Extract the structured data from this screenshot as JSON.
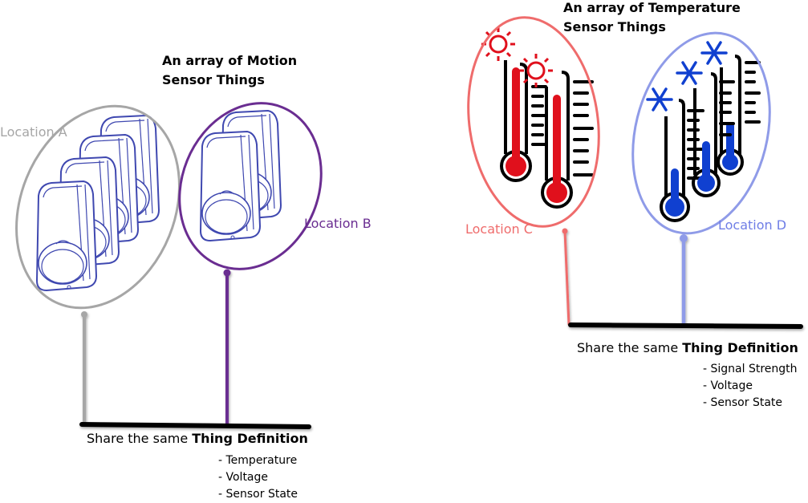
{
  "motion_group": {
    "title_line1": "An array of Motion",
    "title_line2": "Sensor Things",
    "location_a": "Location A",
    "location_b": "Location B",
    "share_prefix": "Share the same ",
    "share_bold": "Thing Definition",
    "properties": [
      "- Temperature",
      "- Voltage",
      "- Sensor State"
    ],
    "colors": {
      "location_a": "#a6a6a6",
      "location_b": "#6a2d91",
      "sensor_outline": "#3f48b0"
    }
  },
  "temperature_group": {
    "title_line1": "An array of Temperature",
    "title_line2": "Sensor Things",
    "location_c": "Location C",
    "location_d": "Location D",
    "share_prefix": "Share the same ",
    "share_bold": "Thing Definition",
    "properties": [
      "- Signal Strength",
      "- Voltage",
      "- Sensor State"
    ],
    "colors": {
      "location_c": "#ef6c6c",
      "location_d": "#8f9be8",
      "hot": "#e0101c",
      "cold": "#1040d0"
    }
  }
}
